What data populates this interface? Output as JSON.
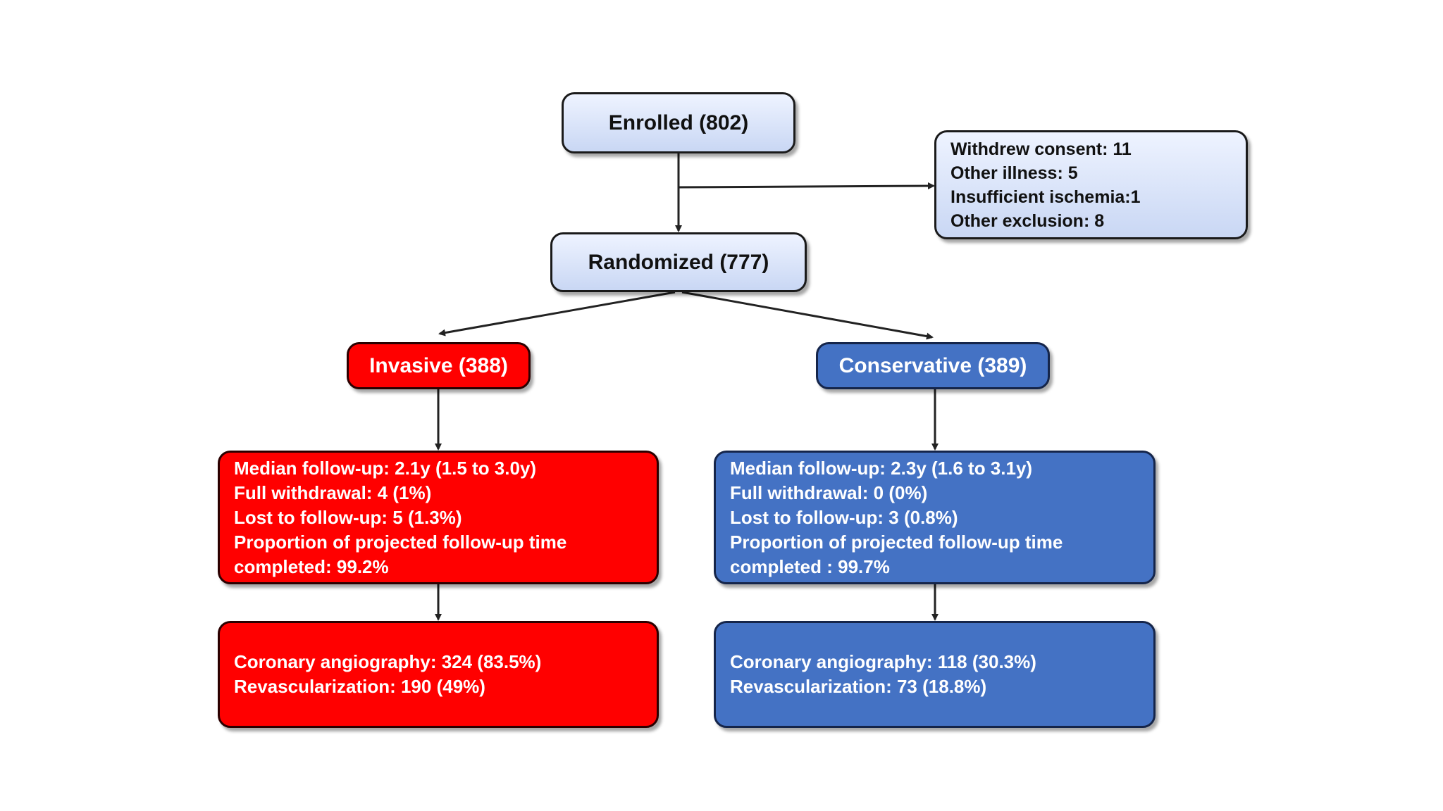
{
  "colors": {
    "invasive": "#ff0000",
    "conservative": "#4472c4",
    "neutral_box": "#c9d7f4",
    "arrow": "#222222"
  },
  "enrolled": {
    "label": "Enrolled (802)"
  },
  "exclusions": {
    "lines": [
      "Withdrew consent: 11",
      "Other illness:  5",
      "Insufficient ischemia:1",
      "Other exclusion: 8"
    ]
  },
  "randomized": {
    "label": "Randomized (777)"
  },
  "invasive": {
    "label": "Invasive (388)",
    "followup": [
      "Median follow-up:  2.1y (1.5 to 3.0y)",
      "Full withdrawal:  4 (1%)",
      "Lost to follow-up:  5 (1.3%)",
      "Proportion  of  projected  follow-up  time completed: 99.2%"
    ],
    "outcomes": [
      "Coronary angiography: 324 (83.5%)",
      "Revascularization: 190 (49%)"
    ]
  },
  "conservative": {
    "label": "Conservative (389)",
    "followup": [
      "Median follow-up:  2.3y (1.6 to 3.1y)",
      "Full withdrawal:  0 (0%)",
      "Lost to follow-up:  3 (0.8%)",
      "Proportion  of  projected  follow-up  time completed : 99.7%"
    ],
    "outcomes": [
      "Coronary angiography: 118 (30.3%)",
      "Revascularization: 73 (18.8%)"
    ]
  }
}
